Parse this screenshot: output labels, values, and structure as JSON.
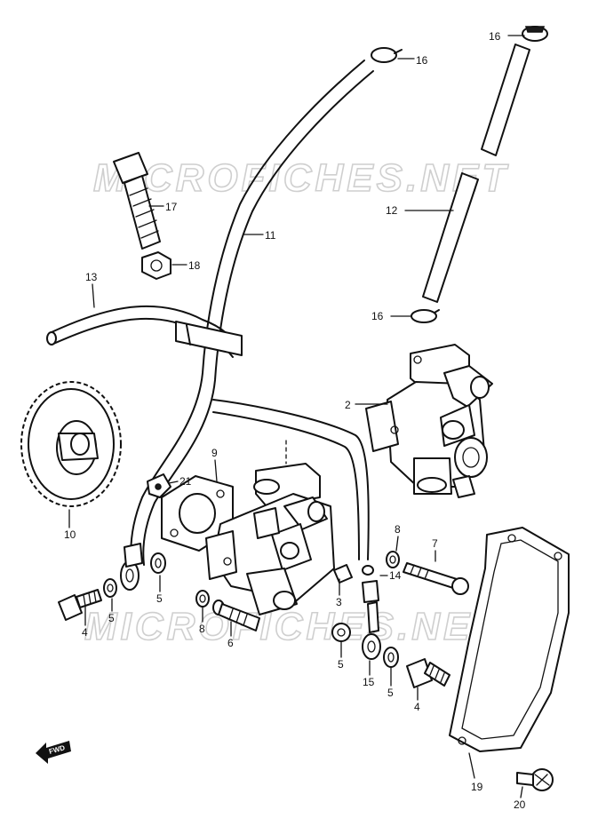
{
  "watermark": "MICROFICHES.NET",
  "fwd_label": "FWD",
  "callouts": {
    "c1": "16",
    "c2": "16",
    "c3": "12",
    "c4": "16",
    "c5": "17",
    "c6": "11",
    "c7": "18",
    "c8": "13",
    "c9": "2",
    "c10": "9",
    "c11": "21",
    "c12": "10",
    "c13": "8",
    "c14": "7",
    "c15": "14",
    "c16": "5",
    "c17": "4",
    "c18": "5",
    "c19": "8",
    "c20": "6",
    "c21": "3",
    "c22": "5",
    "c23": "15",
    "c24": "5",
    "c25": "4",
    "c26": "19",
    "c27": "20"
  }
}
